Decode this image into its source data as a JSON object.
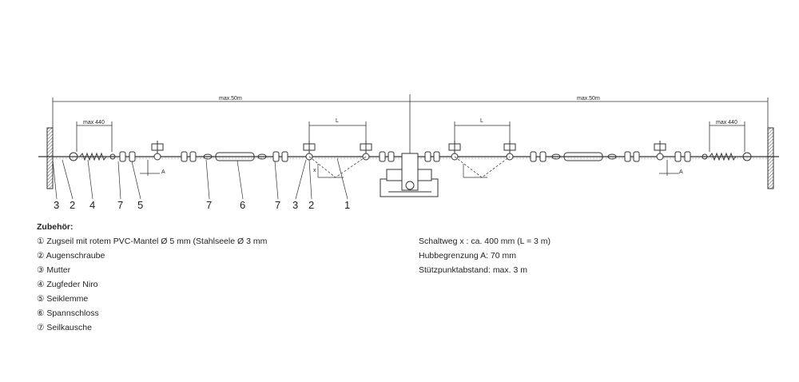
{
  "dimensions": {
    "span_left": "max.50m",
    "span_right": "max.50m",
    "max_left": "max 440",
    "max_right": "max 440",
    "l_left": "L",
    "l_right": "L",
    "a_left": "A",
    "a_right": "A",
    "x_label": "x"
  },
  "callouts": [
    "3",
    "2",
    "4",
    "7",
    "5",
    "7",
    "6",
    "7",
    "3",
    "2",
    "1"
  ],
  "legend": {
    "title": "Zubehör:",
    "items": [
      "① Zugseil mit rotem PVC-Mantel Ø 5 mm (Stahlseele Ø 3 mm",
      "② Augenschraube",
      "③ Mutter",
      "④ Zugfeder Niro",
      "⑤ Seiklemme",
      "⑥ Spannschloss",
      "⑦ Seilkausche"
    ]
  },
  "specs": [
    "Schaltweg x : ca. 400 mm (L = 3 m)",
    "Hubbegrenzung A: 70 mm",
    "Stützpunktabstand: max. 3 m"
  ]
}
